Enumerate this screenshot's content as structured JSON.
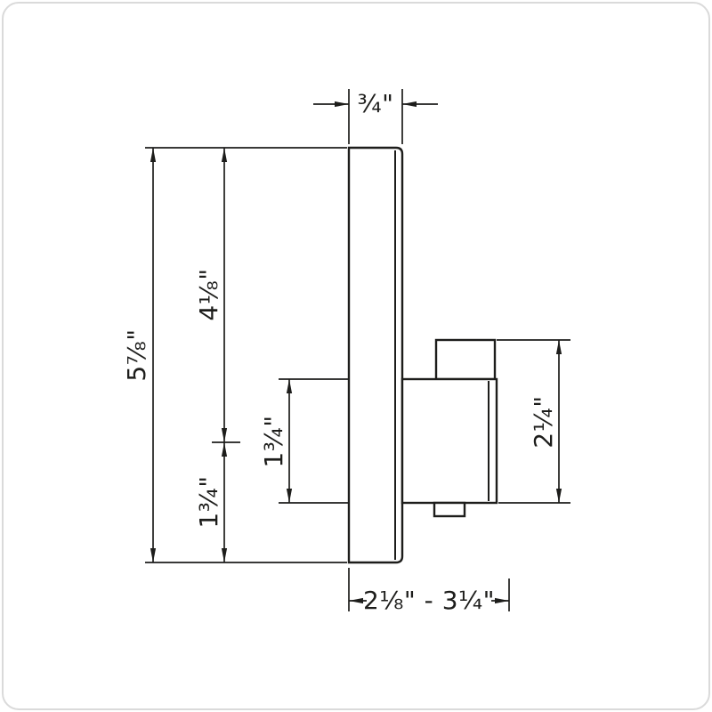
{
  "diagram": {
    "ink_color": "#1d1d1b",
    "frame_color": "#dadada",
    "background_color": "#ffffff",
    "dims": {
      "plate_depth": "¾\"",
      "overall_height": "5⅞\"",
      "upper_section": "4⅛\"",
      "lower_section": "1¾\"",
      "handle_height": "1¾\"",
      "handle_overall": "2¼\"",
      "depth_range": "2⅛\" - 3¼\""
    }
  }
}
